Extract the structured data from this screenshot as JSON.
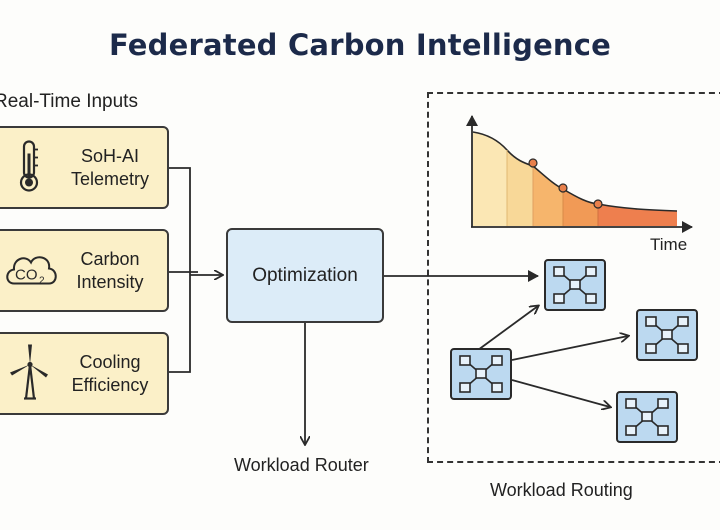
{
  "title": "Federated Carbon Intelligence",
  "inputs_section_label": "Real-Time Inputs",
  "inputs": [
    {
      "id": "soh",
      "line1": "SoH-AI",
      "line2": "Telemetry",
      "icon": "thermometer-icon"
    },
    {
      "id": "carbon",
      "line1": "Carbon",
      "line2": "Intensity",
      "icon": "co2-cloud-icon"
    },
    {
      "id": "cooling",
      "line1": "Cooling",
      "line2": "Efficiency",
      "icon": "wind-turbine-icon"
    }
  ],
  "optimization_label": "Optimization",
  "workload_router_label": "Workload Router",
  "workload_routing_label": "Workload Routing",
  "time_axis_label": "Time",
  "co2_icon_text": "CO",
  "co2_icon_subscript": "2",
  "colors": {
    "input_fill": "#fbf0c8",
    "optimization_fill": "#dcecf8",
    "node_fill": "#bcd9f0",
    "title": "#1c2a4a"
  }
}
